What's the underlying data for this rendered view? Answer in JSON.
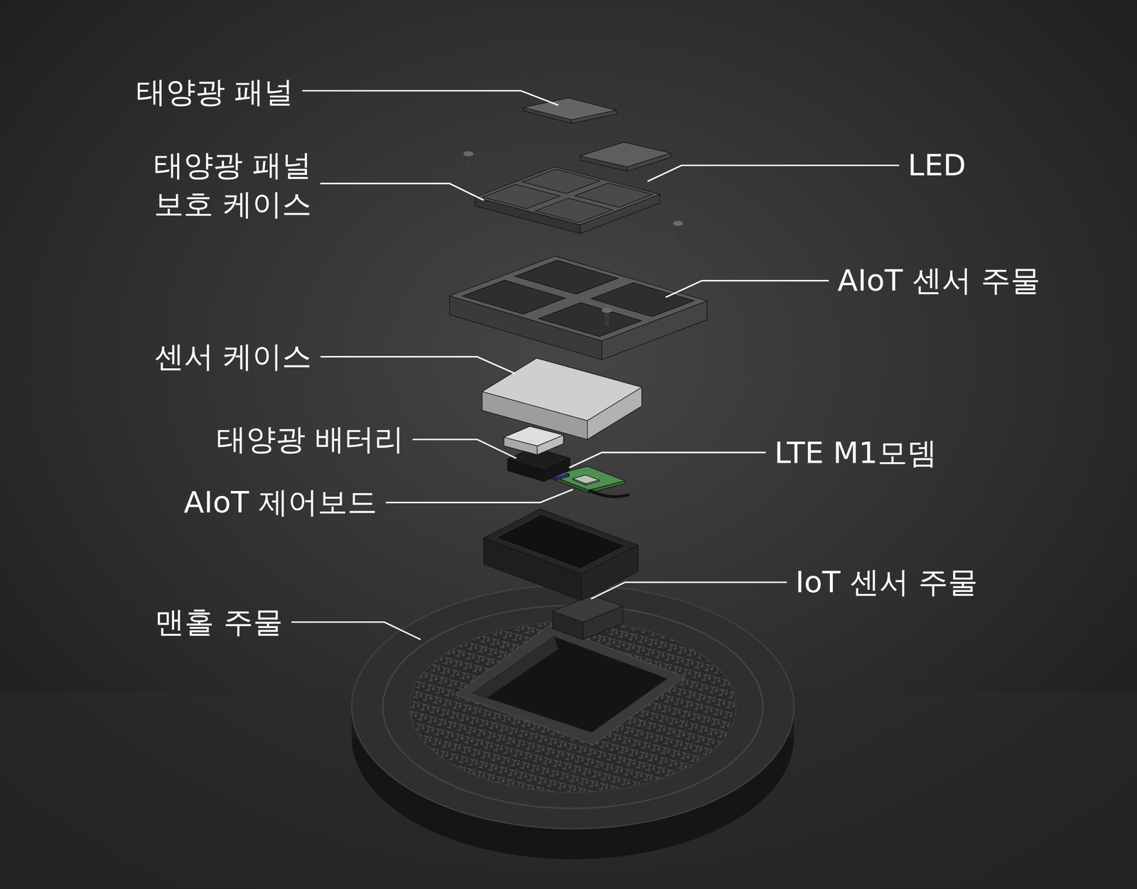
{
  "diagram": {
    "labels": [
      "태양광 패널",
      "태양광 패널 보호 케이스",
      "LED",
      "AIoT 센서 주물",
      "센서 케이스",
      "태양광 배터리",
      "LTE M1모뎀",
      "AIoT 제어보드",
      "IoT 센서 주물",
      "맨홀 주물"
    ]
  }
}
